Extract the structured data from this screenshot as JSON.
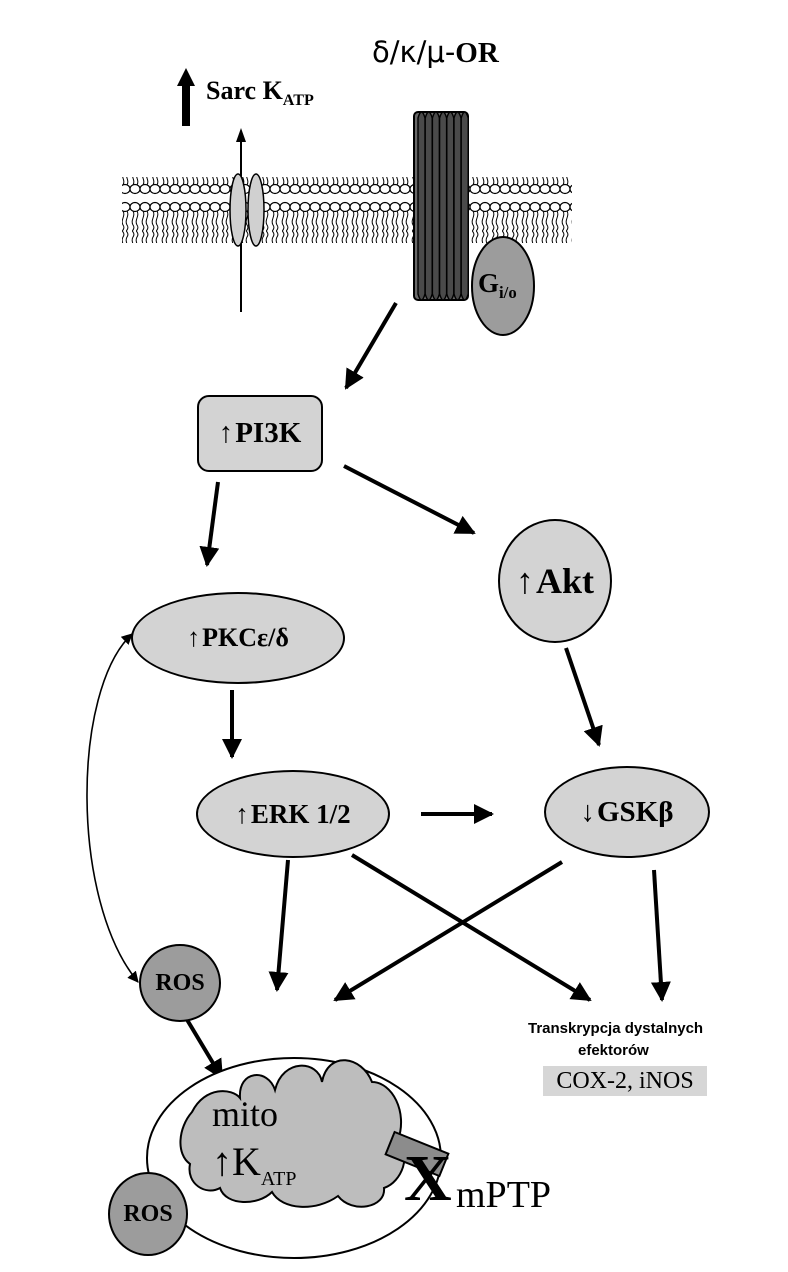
{
  "receptor": {
    "label": "δ/κ/μ-",
    "label_or": "OR",
    "g_protein": "G",
    "g_protein_sub": "i/o"
  },
  "sarc": {
    "label": "Sarc K",
    "label_sub": "ATP"
  },
  "nodes": {
    "pi3k": {
      "arrow": "↑",
      "label": "PI3K"
    },
    "akt": {
      "arrow": "↑",
      "label": "Akt"
    },
    "pkc": {
      "arrow": "↑",
      "label": "PKCε/δ"
    },
    "erk": {
      "arrow": "↑",
      "label": "ERK 1/2"
    },
    "gsk": {
      "arrow": "↓",
      "label": "GSKβ"
    },
    "ros_top": {
      "label": "ROS"
    },
    "ros_bottom": {
      "label": "ROS"
    }
  },
  "transcription": {
    "line1": "Transkrypcja dystalnych",
    "line2": "efektorów",
    "targets": "COX-2, iNOS"
  },
  "mito": {
    "label": "mito",
    "katp_arrow": "↑",
    "katp": "K",
    "katp_sub": "ATP",
    "mptp_mark": "X",
    "mptp": "mPTP"
  },
  "colors": {
    "node_fill": "#d3d3d3",
    "ros_fill": "#9c9c9c",
    "receptor_fill": "#555555",
    "line": "#000000"
  }
}
